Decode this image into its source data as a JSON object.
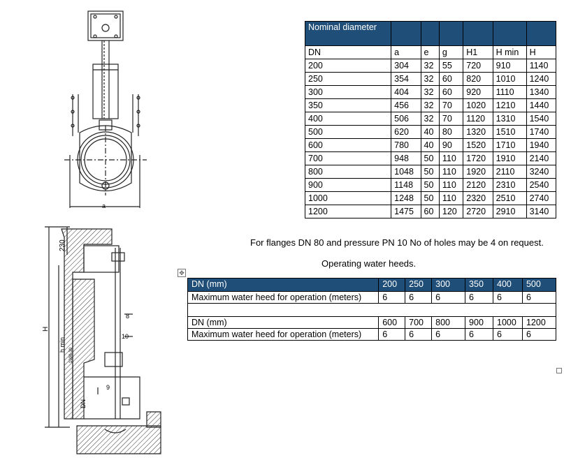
{
  "dimension_table": {
    "header_band": [
      "Nominal diameter",
      "",
      "",
      "",
      "",
      "",
      ""
    ],
    "columns": [
      "DN",
      "a",
      "e",
      "g",
      "H1",
      "H min",
      "H"
    ],
    "rows": [
      [
        "200",
        "304",
        "32",
        "55",
        "720",
        "910",
        "1140"
      ],
      [
        "250",
        "354",
        "32",
        "60",
        "820",
        "1010",
        "1240"
      ],
      [
        "300",
        "404",
        "32",
        "60",
        "920",
        "1110",
        "1340"
      ],
      [
        "350",
        "456",
        "32",
        "70",
        "1020",
        "1210",
        "1440"
      ],
      [
        "400",
        "506",
        "32",
        "70",
        "1120",
        "1310",
        "1540"
      ],
      [
        "500",
        "620",
        "40",
        "80",
        "1320",
        "1510",
        "1740"
      ],
      [
        "600",
        "780",
        "40",
        "90",
        "1520",
        "1710",
        "1940"
      ],
      [
        "700",
        "948",
        "50",
        "110",
        "1720",
        "1910",
        "2140"
      ],
      [
        "800",
        "1048",
        "50",
        "110",
        "1920",
        "2110",
        "3240"
      ],
      [
        "900",
        "1148",
        "50",
        "110",
        "2120",
        "2310",
        "2540"
      ],
      [
        "1000",
        "1248",
        "50",
        "110",
        "2320",
        "2510",
        "2740"
      ],
      [
        "1200",
        "1475",
        "60",
        "120",
        "2720",
        "2910",
        "3140"
      ]
    ]
  },
  "flange_note": "For flanges DN 80 and pressure PN 10 No of holes may be 4 on request.",
  "heed_title": "Operating water heeds.",
  "heed_table": {
    "row1_label": "DN (mm)",
    "row1_values": [
      "200",
      "250",
      "300",
      "350",
      "400",
      "500"
    ],
    "row2_label": "Maximum water heed for operation (meters)",
    "row2_values": [
      "6",
      "6",
      "6",
      "6",
      "6",
      "6"
    ],
    "row3_label": "DN (mm)",
    "row3_values": [
      "600",
      "700",
      "800",
      "900",
      "1000",
      "1200"
    ],
    "row4_label": "Maximum water heed for operation (meters)",
    "row4_values": [
      "6",
      "6",
      "6",
      "6",
      "6",
      "6"
    ]
  },
  "drawing_labels": {
    "front_a": "a",
    "side_230": "230",
    "side_H": "H",
    "side_hmin": "h min",
    "side_small": "1000-30",
    "side_8": "8",
    "side_10": "10",
    "side_9": "9",
    "side_DN": "DN"
  },
  "icons": {
    "move": "move-handle-icon",
    "resize": "resize-handle-icon"
  }
}
